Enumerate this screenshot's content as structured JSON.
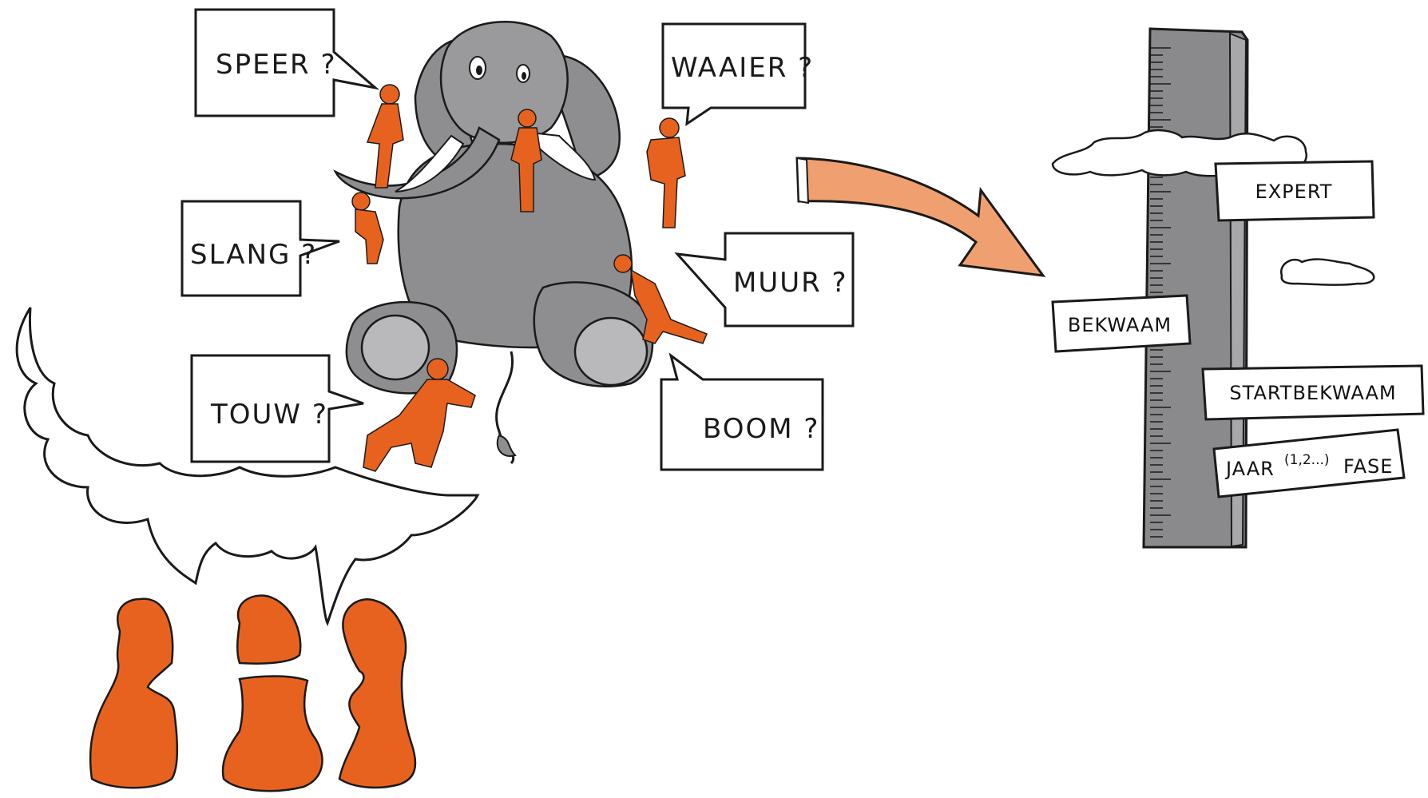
{
  "colors": {
    "elephant": "#8e8e90",
    "elephant_light": "#b9b9bb",
    "figure": "#e8621f",
    "arrow": "#f0a070",
    "pole": "#8a8a8c",
    "cloud": "#ffffff",
    "outline": "#1a1a1a"
  },
  "bubbles": {
    "speer": "SPEER ?",
    "waaier": "WAAIER ?",
    "slang": "SLANG ?",
    "muur": "MUUR ?",
    "touw": "TOUW ?",
    "boom": "BOOM ?"
  },
  "signs": {
    "expert": "EXPERT",
    "bekwaam": "BEKWAAM",
    "startbekwaam": "STARTBEKWAAM",
    "jaar": "JAAR",
    "jaar_sup": "(1,2...)",
    "fase": "FASE"
  },
  "icons": {
    "elephant": "elephant-icon",
    "figures": "person-icon",
    "arrow": "curved-arrow-icon",
    "pole": "measuring-pole-icon",
    "thought": "thought-cloud-icon"
  }
}
